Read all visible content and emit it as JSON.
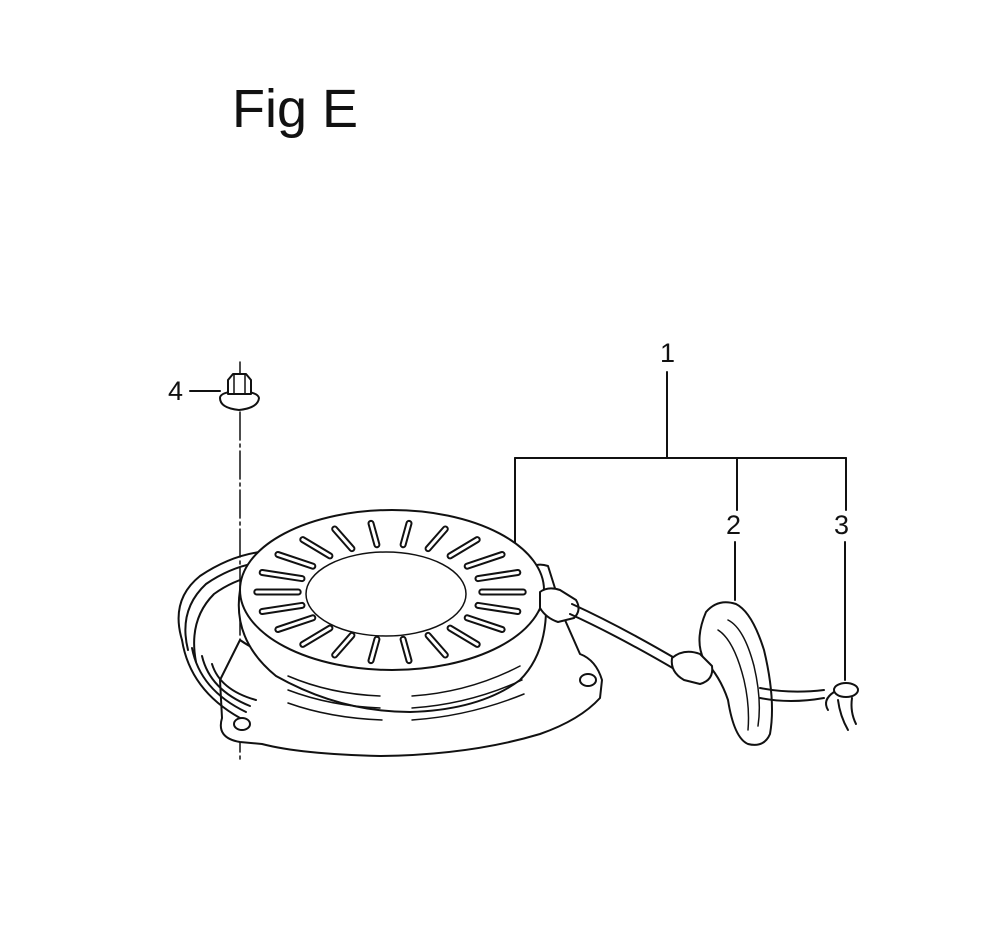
{
  "figure": {
    "title": "Fig E"
  },
  "callouts": [
    {
      "id": "1",
      "label": "1"
    },
    {
      "id": "2",
      "label": "2"
    },
    {
      "id": "3",
      "label": "3"
    },
    {
      "id": "4",
      "label": "4"
    }
  ]
}
